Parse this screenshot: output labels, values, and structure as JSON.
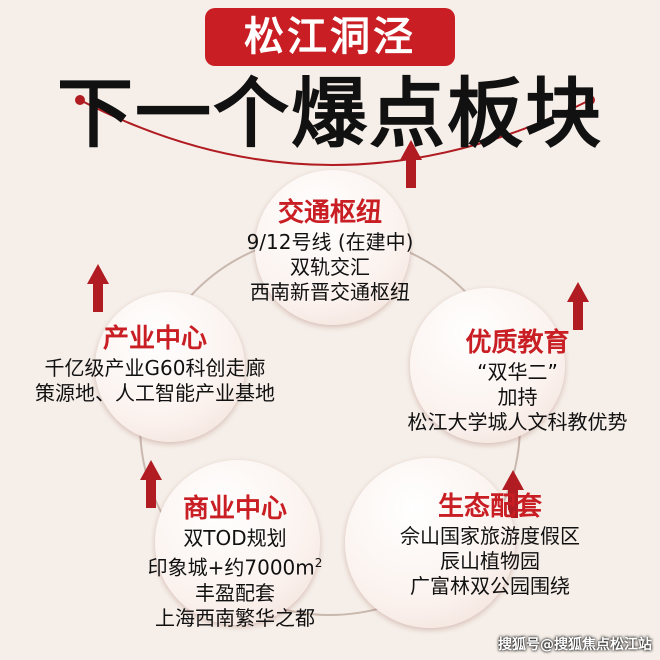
{
  "header": {
    "banner": "松江洞泾",
    "title": "下一个爆点板块"
  },
  "nodes": [
    {
      "title": "交通枢纽",
      "lines": [
        "9/12号线 (在建中)",
        "双轨交汇",
        "西南新晋交通枢纽"
      ]
    },
    {
      "title": "产业中心",
      "lines": [
        "千亿级产业G60科创走廊",
        "策源地、人工智能产业基地"
      ]
    },
    {
      "title": "优质教育",
      "lines": [
        "“双华二”",
        "加持",
        "松江大学城人文科教优势"
      ]
    },
    {
      "title": "商业中心",
      "lines": [
        "双TOD规划",
        "印象城+约7000m",
        "丰盈配套",
        "上海西南繁华之都"
      ],
      "superscript": "2"
    },
    {
      "title": "生态配套",
      "lines": [
        "佘山国家旅游度假区",
        "辰山植物园",
        "广富林双公园围绕"
      ]
    }
  ],
  "watermark": "搜狐号@搜狐焦点松江站",
  "colors": {
    "accent": "#c81e24",
    "text": "#111111",
    "background": "#f6efe9",
    "arrow": "#b01c22"
  },
  "icons": [
    "up-arrow-icon"
  ]
}
